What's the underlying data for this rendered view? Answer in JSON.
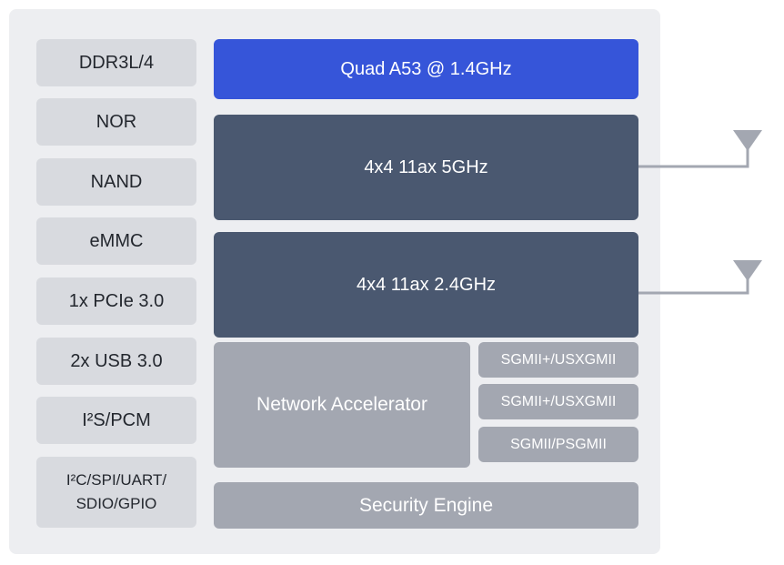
{
  "interfaces": [
    {
      "label": "DDR3L/4"
    },
    {
      "label": "NOR"
    },
    {
      "label": "NAND"
    },
    {
      "label": "eMMC"
    },
    {
      "label": "1x PCIe 3.0"
    },
    {
      "label": "2x USB 3.0"
    },
    {
      "label": "I²S/PCM"
    },
    {
      "line1": "I²C/SPI/UART/",
      "line2": "SDIO/GPIO"
    }
  ],
  "cpu": {
    "label": "Quad A53 @ 1.4GHz"
  },
  "radios": [
    {
      "label": "4x4 11ax 5GHz"
    },
    {
      "label": "4x4 11ax 2.4GHz"
    }
  ],
  "network_accelerator": {
    "label": "Network Accelerator"
  },
  "ports": [
    {
      "label": "SGMII+/USXGMII"
    },
    {
      "label": "SGMII+/USXGMII"
    },
    {
      "label": "SGMII/PSGMII"
    }
  ],
  "security_engine": {
    "label": "Security Engine"
  },
  "colors": {
    "cpu": "#3655d9",
    "radio": "#4a5870",
    "block": "#a3a7b1",
    "interface": "#d8dadf",
    "antenna": "#a3a7b1"
  }
}
